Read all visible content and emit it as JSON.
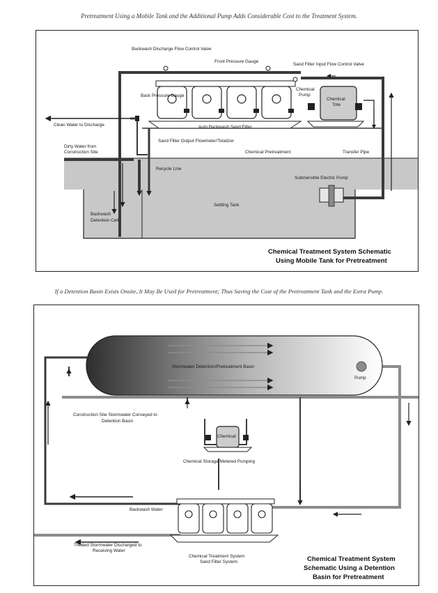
{
  "captions": {
    "top": "Pretreatment Using a Mobile Tank and the Additional Pump Adds Considerable Cost to the Treatment System.",
    "bottom": "If a Detention Basin Exists Onsite, It May Be Used for Pretreatment; Thus Saving the Cost of the Pretreatment Tank and the Extra Pump."
  },
  "diagram1": {
    "labels": {
      "backwash_valve": "Backwash Discharge Flow Control Valve",
      "front_gauge": "Front Pressure Gauge",
      "input_valve": "Sand Filter Input Flow Control Valve",
      "back_gauge": "Back Pressure Gauge",
      "chemical_pump_1": "Chemical",
      "chemical_pump_2": "Pump",
      "tote_1": "Chemical",
      "tote_2": "Tote",
      "clean_water": "Clean Water to Discharge",
      "auto_backwash": "Auto Backwash Sand Filter",
      "flowmeter": "Sand Filter Output Flowmeter/Totalizer",
      "dirty_water_1": "Dirty Water from",
      "dirty_water_2": "Construction Site",
      "chem_pretreatment": "Chemical Pretreatment",
      "transfer_pipe": "Transfer Pipe",
      "recycle_line": "Recycle Line",
      "submersible_pump": "Submersible Electric Pump",
      "settling_tank": "Settling Tank",
      "detention_cell_1": "Backwash",
      "detention_cell_2": "Detention Cell"
    },
    "title_1": "Chemical Treatment System Schematic",
    "title_2": "Using Mobile Tank for Pretreatment"
  },
  "diagram2": {
    "labels": {
      "basin": "Stormwater Detention/Pretreatment Basin",
      "pump": "Pump",
      "conveyed_1": "Construction Site Stormwater Conveyed to",
      "conveyed_2": "Detention Basin",
      "chemical": "Chemical",
      "chem_storage": "Chemical Storage/Metered Pumping",
      "backwash_water": "Backwash Water",
      "treated_1": "Treated Stormwater Discharged to",
      "treated_2": "Receiving Water",
      "sand_filter_1": "Chemical Treatment System",
      "sand_filter_2": "Sand Filter System"
    },
    "title_1": "Chemical Treatment System",
    "title_2": "Schematic Using a Detention",
    "title_3": "Basin for Pretreatment"
  },
  "colors": {
    "pipe_dark": "#3a3a3a",
    "pipe_gray": "#8c8c8c",
    "tank_fill": "#c8c8c8"
  }
}
